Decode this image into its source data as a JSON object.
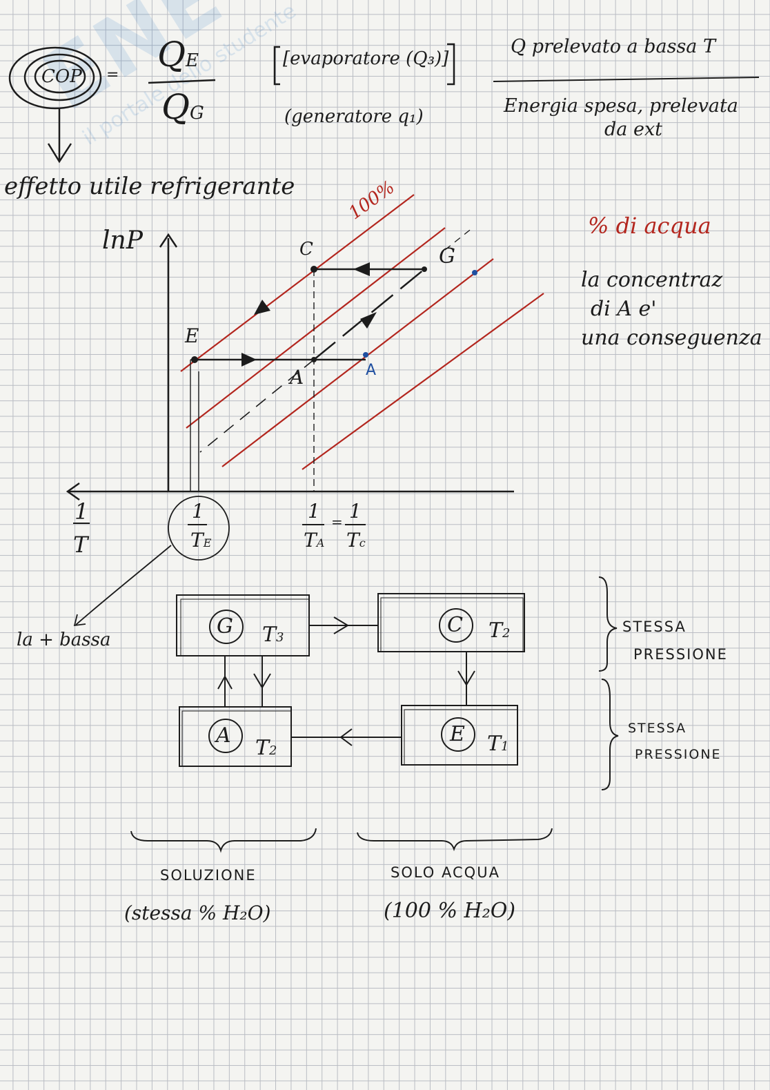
{
  "watermark": {
    "main": "ENE",
    "sub": "il portale dello studente"
  },
  "formula": {
    "cop": "COP",
    "equals": "=",
    "numerator": "Q",
    "numerator_sub": "E",
    "denominator": "Q",
    "denominator_sub": "G",
    "numerator_note": "[evaporatore (Q₃)]",
    "denominator_note": "(generatore q₁)",
    "right_numerator": "Q prelevato a bassa T",
    "right_denominator_1": "Energia spesa, prelevata",
    "right_denominator_2": "da ext",
    "effect_label": "effetto utile refrigerante"
  },
  "graph": {
    "y_axis_label": "lnP",
    "x_axis_label_num": "1",
    "x_axis_label_den": "T",
    "line_label_100": "100%",
    "point_c": "C",
    "point_g": "G",
    "point_e": "E",
    "point_a_black": "A",
    "point_a_blue": "A",
    "tick_e_num": "1",
    "tick_e_den": "T",
    "tick_e_sub": "E",
    "tick_ac_num1": "1",
    "tick_ac_den1": "T",
    "tick_ac_sub1": "A",
    "tick_ac_eq": "=",
    "tick_ac_num2": "1",
    "tick_ac_den2": "T",
    "tick_ac_sub2": "c",
    "lowest_note": "la + bassa"
  },
  "notes": {
    "water_percent": "% di acqua",
    "conc_1": "la concentraz",
    "conc_2": "di A e'",
    "conc_3": "una conseguenza"
  },
  "scheme": {
    "box_g_letter": "G",
    "box_g_temp": "T",
    "box_g_temp_sub": "3",
    "box_c_letter": "C",
    "box_c_temp": "T",
    "box_c_temp_sub": "2",
    "box_a_letter": "A",
    "box_a_temp": "T",
    "box_a_temp_sub": "2",
    "box_e_letter": "E",
    "box_e_temp": "T",
    "box_e_temp_sub": "1",
    "same_pressure_top_1": "STESSA",
    "same_pressure_top_2": "PRESSIONE",
    "same_pressure_bottom_1": "STESSA",
    "same_pressure_bottom_2": "PRESSIONE",
    "solution_label": "SOLUZIONE",
    "solution_sub": "(stessa % H₂O)",
    "water_label": "SOLO ACQUA",
    "water_sub": "(100 % H₂O)"
  },
  "colors": {
    "ink": "#1c1c1c",
    "red": "#b3261e",
    "blue": "#1f4fa0",
    "watermark": "#1f6fc0"
  }
}
